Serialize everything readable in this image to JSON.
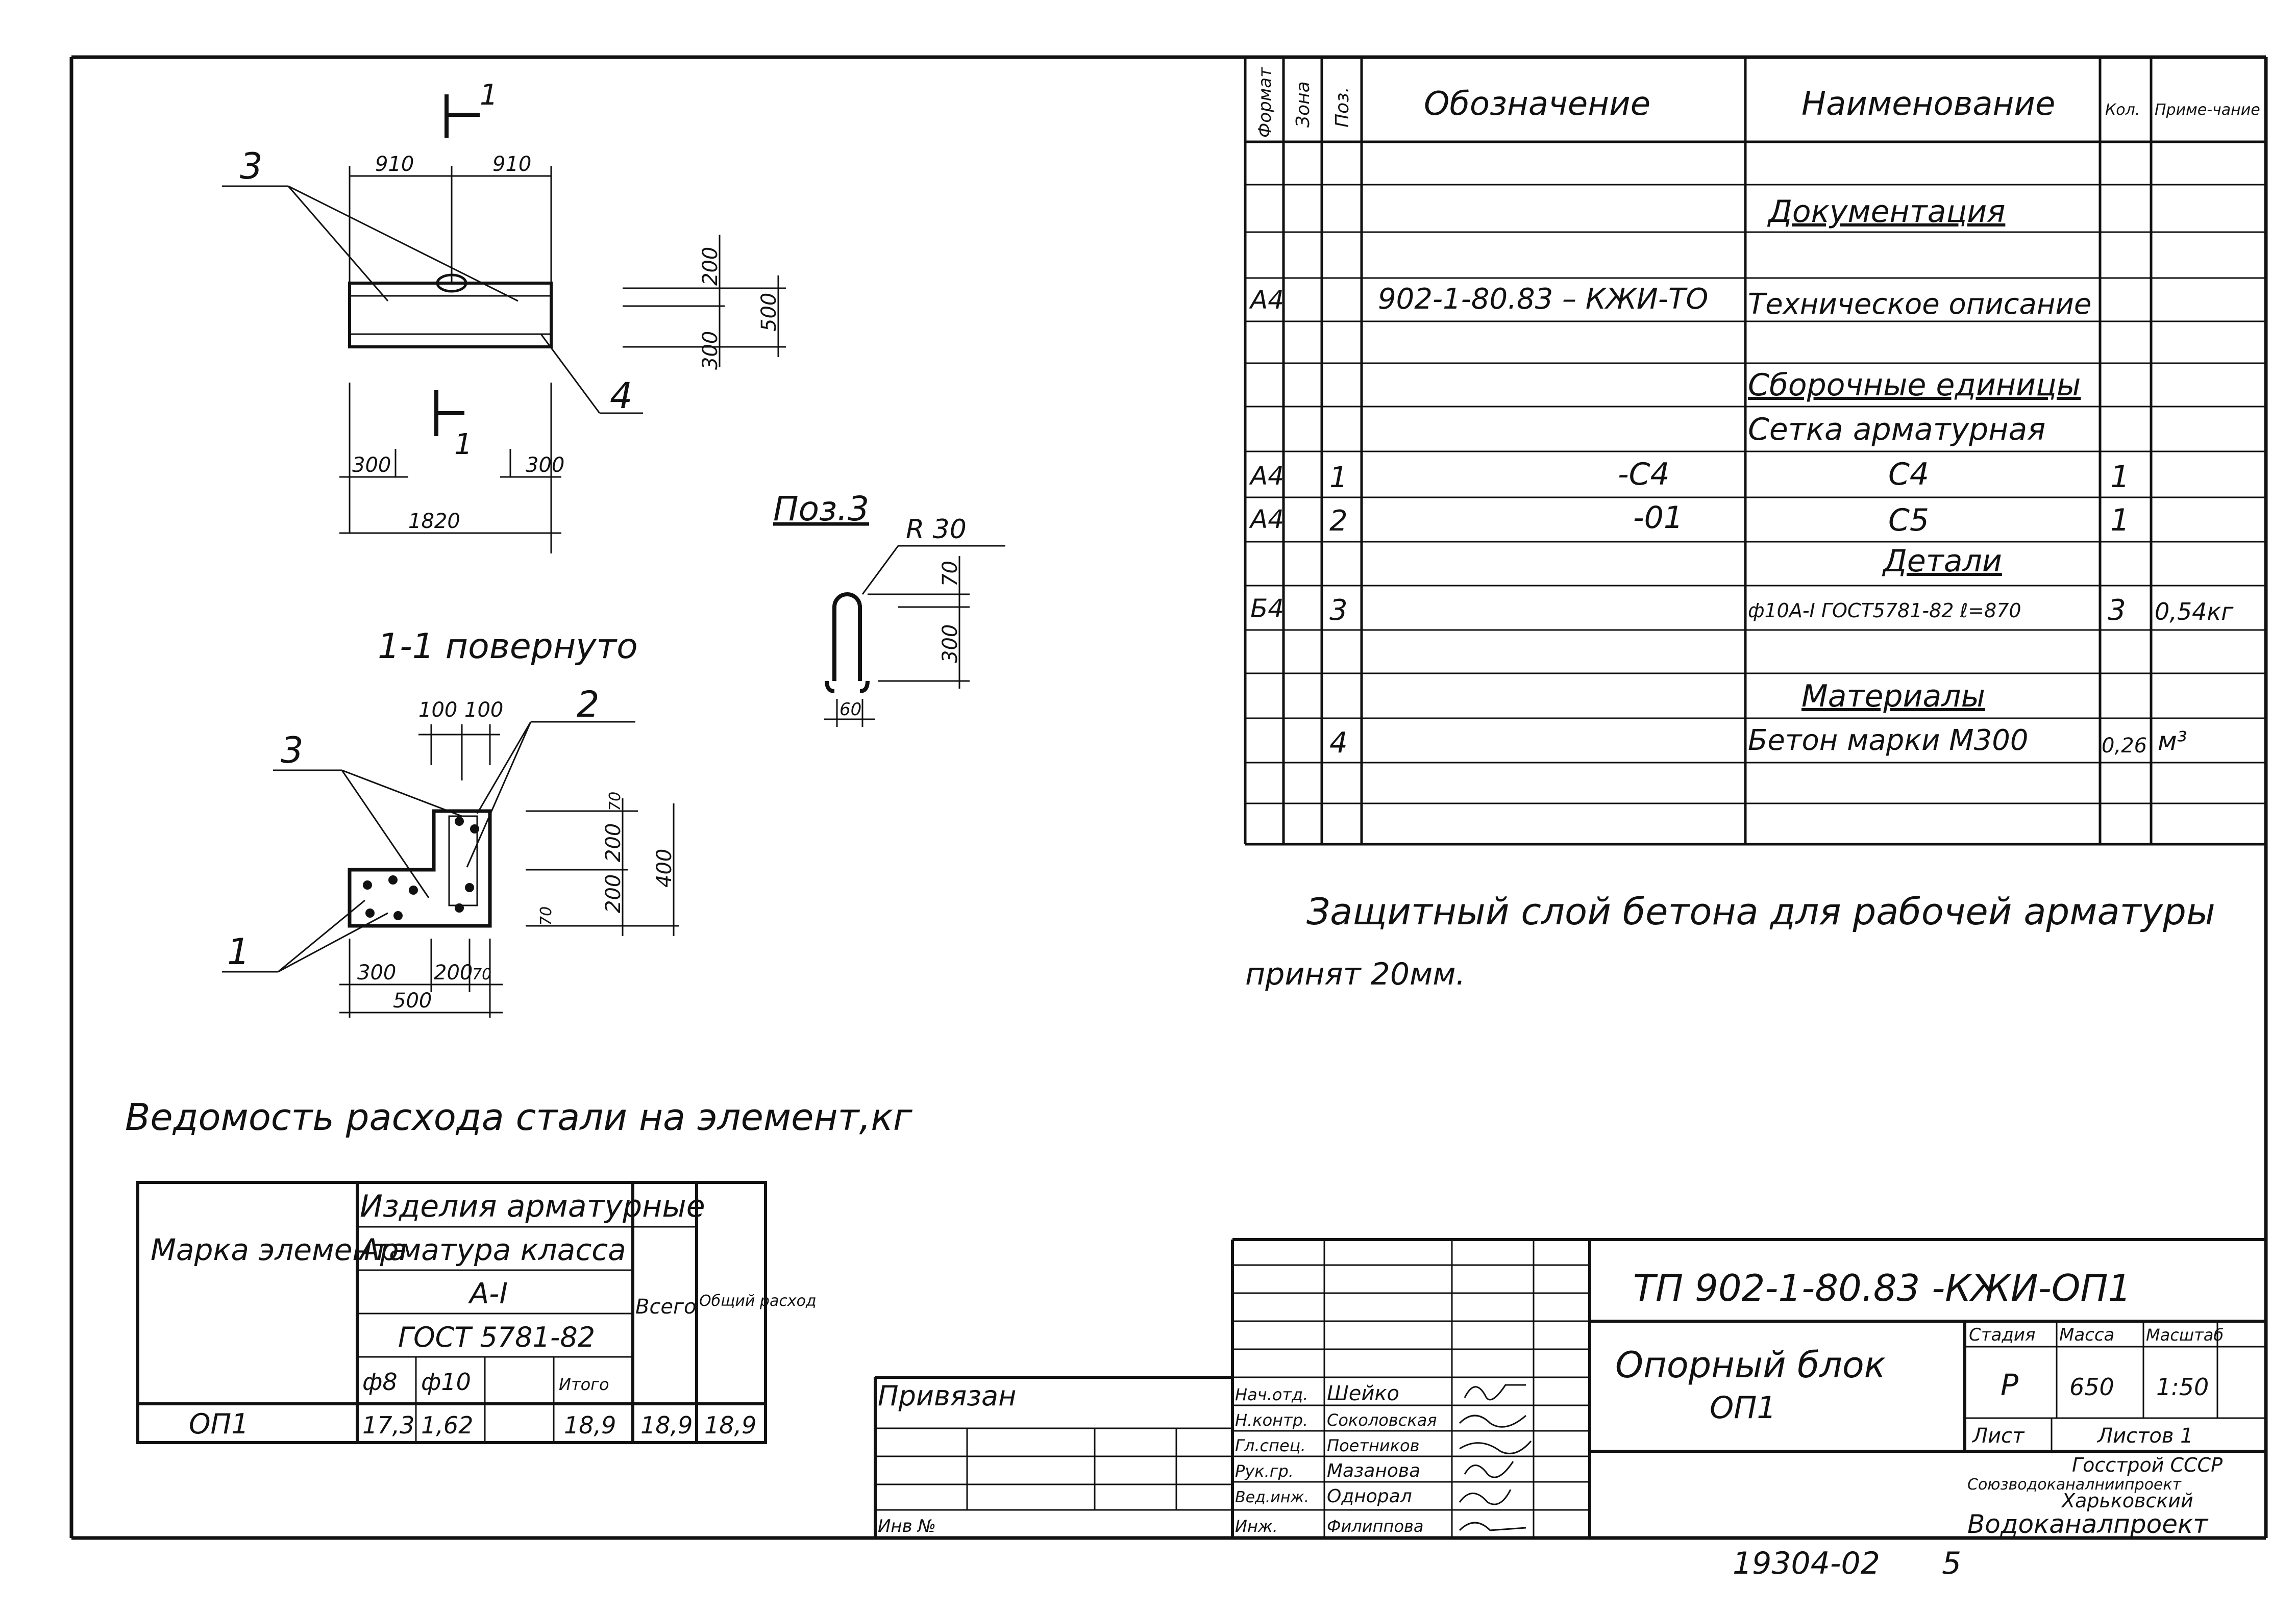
{
  "spec_table": {
    "headers": [
      "Формат",
      "Зона",
      "Поз.",
      "Обозначение",
      "Наименование",
      "Кол.",
      "Приме-чание"
    ],
    "rows": [
      {
        "format": "",
        "zone": "",
        "pos": "",
        "designation": "",
        "name": "Документация",
        "qty": "",
        "note": ""
      },
      {
        "format": "А4",
        "zone": "",
        "pos": "",
        "designation": "902-1-80.83 – КЖИ-ТО",
        "name": "Техническое описание",
        "qty": "",
        "note": ""
      },
      {
        "format": "",
        "zone": "",
        "pos": "",
        "designation": "",
        "name": "Сборочные единицы",
        "qty": "",
        "note": ""
      },
      {
        "format": "",
        "zone": "",
        "pos": "",
        "designation": "",
        "name": "Сетка арматурная",
        "qty": "",
        "note": ""
      },
      {
        "format": "А4",
        "zone": "",
        "pos": "1",
        "designation": "-С4",
        "name": "С4",
        "qty": "1",
        "note": ""
      },
      {
        "format": "А4",
        "zone": "",
        "pos": "2",
        "designation": "-01",
        "name": "С5",
        "qty": "1",
        "note": ""
      },
      {
        "format": "",
        "zone": "",
        "pos": "",
        "designation": "",
        "name": "Детали",
        "qty": "",
        "note": ""
      },
      {
        "format": "Б4",
        "zone": "",
        "pos": "3",
        "designation": "",
        "name": "ф10А-I ГОСТ5781-82 ℓ=870",
        "qty": "3",
        "note": "0,54кг"
      },
      {
        "format": "",
        "zone": "",
        "pos": "",
        "designation": "",
        "name": "Материалы",
        "qty": "",
        "note": ""
      },
      {
        "format": "",
        "zone": "",
        "pos": "4",
        "designation": "",
        "name": "Бетон марки М300",
        "qty": "0,26",
        "note": "м³"
      }
    ]
  },
  "note": {
    "line1": "Защитный слой бетона для рабочей арматуры",
    "line2": "принят 20мм."
  },
  "drawings": {
    "plan": {
      "section_mark": "1",
      "labels": {
        "pos3": "3",
        "pos4": "4"
      },
      "dims": {
        "top_left": "910",
        "top_right": "910",
        "bottom_left": "300",
        "bottom_right": "300",
        "total": "1820",
        "h1": "200",
        "h2": "300",
        "h_total": "500"
      }
    },
    "section": {
      "title": "1-1 повернуто",
      "labels": {
        "pos1": "1",
        "pos2": "2",
        "pos3": "3"
      },
      "dims": {
        "top1": "100",
        "top2": "100",
        "b1": "300",
        "b2": "200",
        "b3": "70",
        "b_total": "500",
        "v1": "70",
        "v2": "200",
        "v3": "200",
        "v4": "70",
        "v_total": "400"
      }
    },
    "detail": {
      "title": "Поз.3",
      "radius": "R 30",
      "dims": {
        "d1": "70",
        "d2": "300",
        "w": "60"
      }
    }
  },
  "steel_table": {
    "title": "Ведомость расхода стали на элемент,кг",
    "headers": {
      "element": "Марка элемента",
      "products": "Изделия арматурные",
      "rebar_class": "Арматура класса",
      "class": "А-I",
      "gost": "ГОСТ 5781-82",
      "d8": "ф8",
      "d10": "ф10",
      "subtotal": "Итого",
      "total": "Всего",
      "overall": "Общий расход"
    },
    "rows": [
      {
        "element": "ОП1",
        "d8": "17,3",
        "d10": "1,62",
        "empty": "",
        "subtotal": "18,9",
        "total": "18,9",
        "overall": "18,9"
      }
    ]
  },
  "title_block": {
    "doc_code": "ТП 902-1-80.83 -КЖИ-ОП1",
    "title_line1": "Опорный блок",
    "title_line2": "ОП1",
    "stage_label": "Стадия",
    "mass_label": "Масса",
    "scale_label": "Масштаб",
    "stage": "Р",
    "mass": "650",
    "scale": "1:50",
    "sheet_label": "Лист",
    "sheets_label": "Листов 1",
    "org": [
      "Госстрой СССР",
      "Союзводоканалниипроект",
      "Харьковский",
      "Водоканалпроект"
    ],
    "roles": [
      {
        "role": "Нач.отд.",
        "name": "Шейко"
      },
      {
        "role": "Н.контр.",
        "name": "Соколовская"
      },
      {
        "role": "Гл.спец.",
        "name": "Поетников"
      },
      {
        "role": "Рук.гр.",
        "name": "Мазанова"
      },
      {
        "role": "Вед.инж.",
        "name": "Однорал"
      },
      {
        "role": "Инж.",
        "name": "Филиппова"
      }
    ],
    "bound": "Привязан",
    "inv": "Инв №"
  },
  "footer": {
    "number": "19304-02",
    "page": "5"
  }
}
